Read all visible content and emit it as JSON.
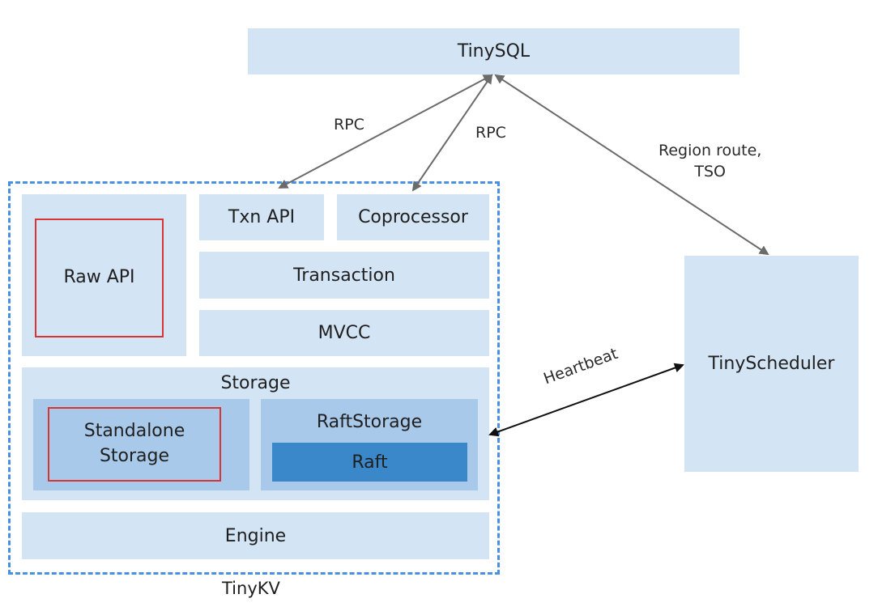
{
  "tinysql": "TinySQL",
  "tinykv": "TinyKV",
  "tinyscheduler": "TinyScheduler",
  "raw_api": "Raw API",
  "txn_api": "Txn API",
  "coprocessor": "Coprocessor",
  "transaction": "Transaction",
  "mvcc": "MVCC",
  "storage": "Storage",
  "standalone_storage": "Standalone\nStorage",
  "raft_storage": "RaftStorage",
  "raft": "Raft",
  "engine": "Engine",
  "edges": {
    "rpc_left": "RPC",
    "rpc_right": "RPC",
    "region_route": "Region route,\nTSO",
    "heartbeat": "Heartbeat"
  },
  "colors": {
    "light_box": "#d3e4f5",
    "mid_box": "#a9c9ea",
    "dark_box": "#3a87c9",
    "highlight_border": "#d93434",
    "dashed_border": "#4a90e2"
  }
}
